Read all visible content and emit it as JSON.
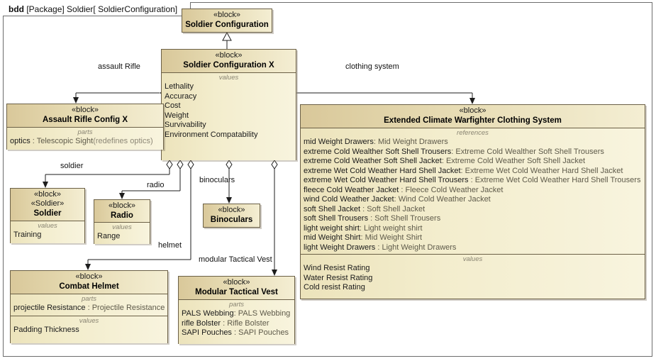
{
  "frame": {
    "keyword": "bdd",
    "label": "[Package] Soldier[ SoldierConfiguration]"
  },
  "labels": {
    "block_stereotype": "«block»",
    "values_compartment": "values",
    "parts_compartment": "parts",
    "references_compartment": "references"
  },
  "colors": {
    "block_border": "#6b6046",
    "header_gradient_start": "#d9c89a",
    "header_gradient_end": "#f4eed3",
    "body_fill": "#f6f1d2",
    "frame_border": "#6d6d6d",
    "connector": "#1d1d1d",
    "compartment_title": "#8a8573",
    "type_text": "#5e5a4a"
  },
  "blocks": {
    "soldier_configuration": {
      "stereotype": "«block»",
      "name": "Soldier Configuration"
    },
    "soldier_configuration_x": {
      "stereotype": "«block»",
      "name": "Soldier Configuration X",
      "values_title": "values",
      "values": [
        "Lethality",
        "Accuracy",
        "Cost",
        "Weight",
        "Survivability",
        "Environment Compatability"
      ]
    },
    "assault_rifle_config_x": {
      "stereotype": "«block»",
      "name": "Assault Rifle Config X",
      "parts_title": "parts",
      "parts": [
        {
          "name": "optics",
          "sep": " : ",
          "type": "Telescopic Sight",
          "redefines": "(redefines optics)"
        }
      ]
    },
    "soldier": {
      "stereotype": "«block»",
      "stereotype2": "«Soldier»",
      "name": "Soldier",
      "values_title": "values",
      "values": [
        "Training"
      ]
    },
    "radio": {
      "stereotype": "«block»",
      "name": "Radio",
      "values_title": "values",
      "values": [
        "Range"
      ]
    },
    "binoculars": {
      "stereotype": "«block»",
      "name": "Binoculars"
    },
    "combat_helmet": {
      "stereotype": "«block»",
      "name": "Combat Helmet",
      "parts_title": "parts",
      "parts": [
        {
          "name": "projectile Resistance ",
          "sep": ": ",
          "type": "Projectile Resistance"
        }
      ],
      "values_title": "values",
      "values": [
        "Padding Thickness"
      ]
    },
    "modular_tactical_vest": {
      "stereotype": "«block»",
      "name": "Modular Tactical Vest",
      "parts_title": "parts",
      "parts": [
        {
          "name": "PALS Webbing",
          "sep": ": ",
          "type": "PALS Webbing"
        },
        {
          "name": "rifle Bolster ",
          "sep": ": ",
          "type": "Rifle Bolster"
        },
        {
          "name": "SAPI Pouches ",
          "sep": ": ",
          "type": "SAPI Pouches"
        }
      ]
    },
    "extended_climate_clothing": {
      "stereotype": "«block»",
      "name": "Extended Climate Warfighter Clothing System",
      "references_title": "references",
      "references": [
        {
          "name": "mid Weight Drawers",
          "sep": ": ",
          "type": "Mid Weight Drawers"
        },
        {
          "name": "extreme Cold Wealther Soft Shell Trousers",
          "sep": ": ",
          "type": "Extreme Cold Wealther Soft Shell Trousers"
        },
        {
          "name": "extreme Cold Weather Soft Shell Jacket",
          "sep": ": ",
          "type": "Extreme Cold Weather Soft Shell Jacket"
        },
        {
          "name": "extreme Wet Cold Weather Hard Shell Jacket",
          "sep": ": ",
          "type": "Extreme Wet Cold Weather Hard Shell Jacket"
        },
        {
          "name": "extreme Wet Cold Weather Hard Shell Trousers ",
          "sep": ": ",
          "type": "Extreme Wet Cold Weather Hard Shell Trousers"
        },
        {
          "name": "fleece Cold Weather Jacket ",
          "sep": ": ",
          "type": "Fleece Cold Weather Jacket"
        },
        {
          "name": "wind Cold Weather Jacket",
          "sep": ": ",
          "type": "Wind Cold Weather Jacket"
        },
        {
          "name": "soft Shell Jacket ",
          "sep": ": ",
          "type": "Soft Shell Jacket"
        },
        {
          "name": "soft Shell Trousers ",
          "sep": ": ",
          "type": "Soft Shell Trousers"
        },
        {
          "name": "light weight shirt",
          "sep": ": ",
          "type": "Light weight shirt"
        },
        {
          "name": "mid Weight Shirt",
          "sep": ": ",
          "type": "Mid Weight Shirt"
        },
        {
          "name": "light Weight Drawers ",
          "sep": ": ",
          "type": "Light Weight Drawers"
        }
      ],
      "values_title": "values",
      "values": [
        "Wind Resist Rating",
        "Water Resist Rating",
        "Cold resist Rating"
      ]
    }
  },
  "connectors": {
    "assault_rifle": {
      "label": "assault Rifle",
      "kind": "composition"
    },
    "clothing_system": {
      "label": "clothing system",
      "kind": "composition"
    },
    "soldier": {
      "label": "soldier",
      "kind": "composition"
    },
    "radio": {
      "label": "radio",
      "kind": "composition"
    },
    "binoculars": {
      "label": "binoculars",
      "kind": "composition"
    },
    "helmet": {
      "label": "helmet",
      "kind": "composition"
    },
    "modular_tactical_vest": {
      "label": "modular Tactical Vest",
      "kind": "composition"
    },
    "generalization": {
      "label": "",
      "kind": "generalization"
    }
  }
}
